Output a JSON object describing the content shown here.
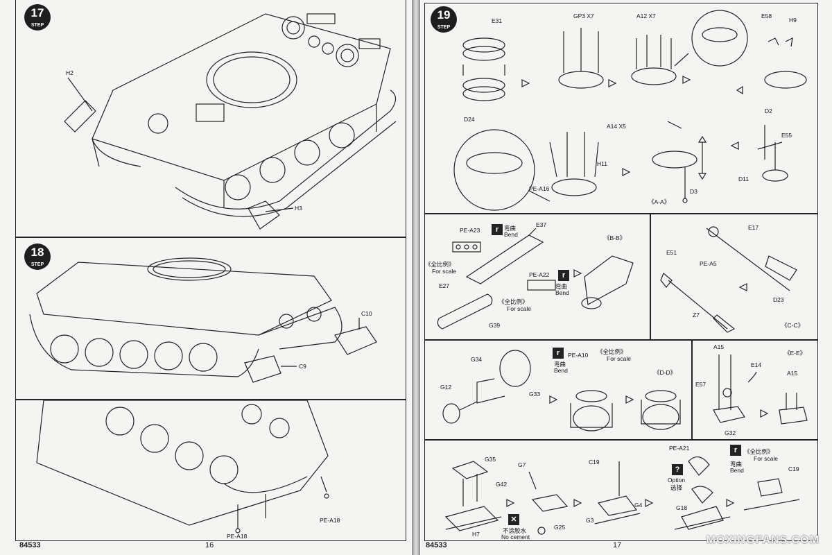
{
  "left_page": {
    "code": "84533",
    "page_number": "16",
    "step17": {
      "step_word": "STEP",
      "step_num": "17",
      "labels": {
        "h2": "H2",
        "h3": "H3"
      }
    },
    "step18": {
      "step_word": "STEP",
      "step_num": "18",
      "labels": {
        "c10": "C10",
        "c9": "C9"
      }
    },
    "bottom": {
      "labels": {
        "pe_a18_a": "PE-A18",
        "pe_a18_b": "PE-A18"
      }
    }
  },
  "right_page": {
    "code": "84533",
    "page_number": "17",
    "step19": {
      "step_word": "STEP",
      "step_num": "19",
      "labels": {
        "e31": "E31",
        "gp3": "GP3 X7",
        "a12": "A12 X7",
        "e58": "E58",
        "h9": "H9",
        "d24": "D24",
        "d2": "D2",
        "e55": "E55",
        "a14": "A14 X5",
        "h11": "H11",
        "pe_a16": "PE-A16",
        "d3": "D3",
        "d11": "D11",
        "section_aa": "《A-A》"
      }
    },
    "bb": {
      "labels": {
        "pe_a23": "PE-A23",
        "e37": "E37",
        "bend_cn_1": "弯曲",
        "bend_1": "Bend",
        "scale_cn_1": "《全比例》",
        "scale_1": "For scale",
        "e27": "E27",
        "pe_a22": "PE-A22",
        "bend_cn_2": "弯曲",
        "bend_2": "Bend",
        "scale_cn_2": "《全比例》",
        "scale_2": "For scale",
        "g39": "G39",
        "section_bb": "《B-B》"
      }
    },
    "cc": {
      "labels": {
        "e17": "E17",
        "e51": "E51",
        "pe_a5": "PE-A5",
        "z7": "Z7",
        "d23": "D23",
        "section_cc": "《C-C》"
      }
    },
    "dd": {
      "labels": {
        "g34": "G34",
        "g12": "G12",
        "g33": "G33",
        "bend_cn": "弯曲",
        "bend": "Bend",
        "pe_a10": "PE-A10",
        "scale_cn": "《全比例》",
        "scale": "For scale",
        "section_dd": "《D-D》"
      }
    },
    "ee": {
      "labels": {
        "a15_a": "A15",
        "e14": "E14",
        "e57": "E57",
        "a15_b": "A15",
        "g32": "G32",
        "section_ee": "《E-E》"
      }
    },
    "bottom": {
      "labels": {
        "g35": "G35",
        "g42": "G42",
        "h7": "H7",
        "no_cement_cn": "不涂胶水",
        "no_cement": "No cement",
        "g7": "G7",
        "g25": "G25",
        "c19_a": "C19",
        "g4": "G4",
        "g3": "G3",
        "option": "Option",
        "option_cn": "选择",
        "g18": "G18",
        "pe_a21": "PE-A21",
        "scale_cn": "《全比例》",
        "scale": "For scale",
        "bend_cn": "弯曲",
        "bend": "Bend",
        "c19_b": "C19"
      }
    },
    "watermark": "MOXINGFANS.COM"
  },
  "colors": {
    "ink": "#1e1e1e",
    "paper": "#f4f4f2",
    "gutter": "#8a8a8a"
  }
}
